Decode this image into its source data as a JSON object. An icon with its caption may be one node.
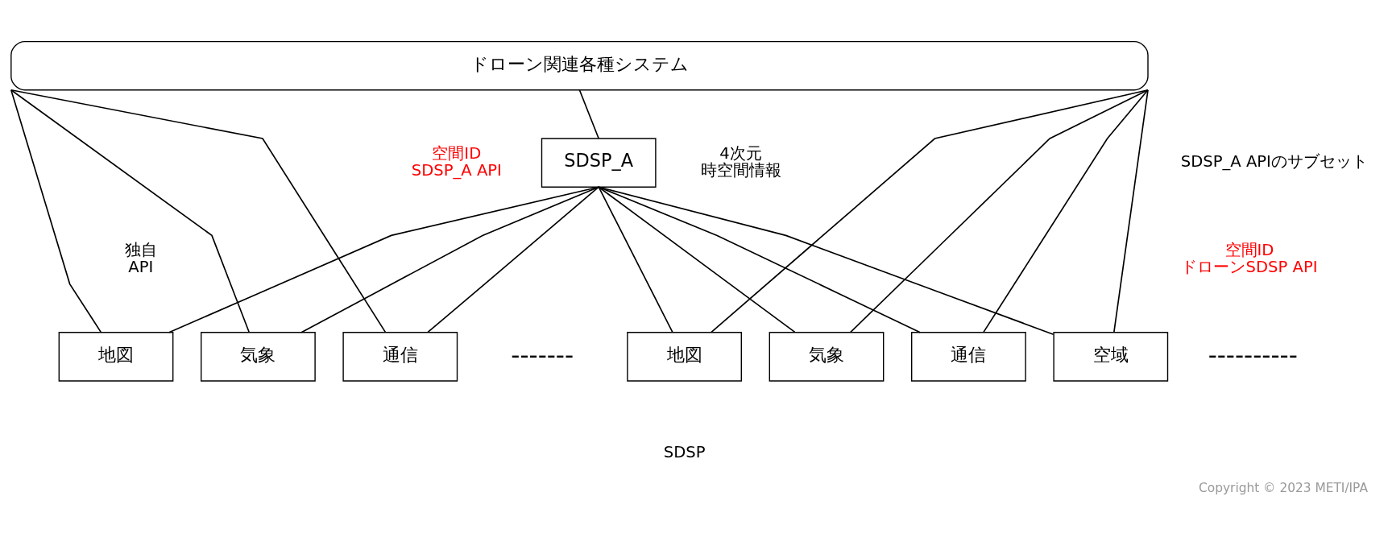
{
  "diagram": {
    "caption": "Copyright © 2023 METI/IPA",
    "nodes": [
      {
        "text": [
          "ドローン関連各種システム"
        ]
      },
      {
        "text": [
          "SDSP_A"
        ],
        "beside": [
          "4次元",
          "時空間情報"
        ]
      },
      {
        "text": [
          "地図"
        ]
      },
      {
        "text": [
          "気象"
        ]
      },
      {
        "text": [
          "通信"
        ]
      },
      {
        "text": [
          "地図"
        ]
      },
      {
        "text": [
          "気象"
        ]
      },
      {
        "text": [
          "通信"
        ]
      },
      {
        "text": [
          "空域"
        ]
      }
    ],
    "edges": [
      {
        "from": 0,
        "to": 1,
        "arrow": "none"
      },
      {
        "from": 0,
        "to": 2,
        "arrow": "none"
      },
      {
        "from": 0,
        "to": 3,
        "arrow": "none"
      },
      {
        "from": 0,
        "to": 4,
        "arrow": "none"
      },
      {
        "from": 1,
        "to": 2,
        "arrow": "none"
      },
      {
        "from": 1,
        "to": 3,
        "arrow": "none"
      },
      {
        "from": 1,
        "to": 4,
        "arrow": "none"
      },
      {
        "from": 0,
        "to": 5,
        "arrow": "none"
      },
      {
        "from": 0,
        "to": 6,
        "arrow": "none"
      },
      {
        "from": 0,
        "to": 7,
        "arrow": "none"
      },
      {
        "from": 0,
        "to": 8,
        "arrow": "none"
      },
      {
        "from": 1,
        "to": 5,
        "arrow": "none"
      },
      {
        "from": 1,
        "to": 6,
        "arrow": "none"
      },
      {
        "from": 1,
        "to": 7,
        "arrow": "none"
      },
      {
        "from": 1,
        "to": 8,
        "arrow": "none"
      }
    ],
    "labels": [
      "空間ID SDSP_A API",
      "独自 API",
      "SDSP_A APIのサブセット",
      "空間ID ドローンSDSP API",
      "-------",
      "----------",
      "SDSP"
    ]
  }
}
